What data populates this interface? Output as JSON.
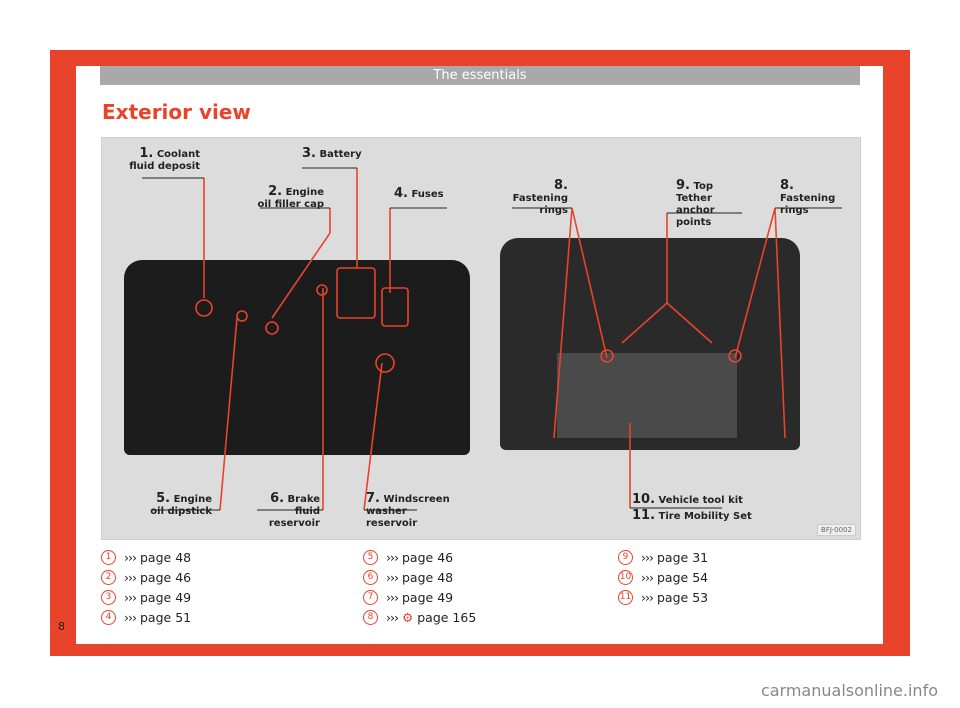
{
  "header": "The essentials",
  "title": "Exterior view",
  "figure_code": "BFJ-0002",
  "labels": {
    "l1": {
      "num": "1.",
      "text": "Coolant fluid deposit"
    },
    "l2": {
      "num": "2.",
      "text": "Engine oil filler cap"
    },
    "l3": {
      "num": "3.",
      "text": "Battery"
    },
    "l4": {
      "num": "4.",
      "text": "Fuses"
    },
    "l5": {
      "num": "5.",
      "text": "Engine oil dipstick"
    },
    "l6": {
      "num": "6.",
      "text": "Brake fluid reservoir"
    },
    "l7": {
      "num": "7.",
      "text": "Windscreen washer reservoir"
    },
    "l8a": {
      "num": "8.",
      "text": "Fastening rings"
    },
    "l9": {
      "num": "9.",
      "text": "Top Tether anchor points"
    },
    "l8b": {
      "num": "8.",
      "text": "Fastening rings"
    },
    "l10": {
      "num": "10.",
      "text": "Vehicle tool kit"
    },
    "l11": {
      "num": "11.",
      "text": "Tire Mobility Set"
    }
  },
  "refs": [
    {
      "n": "1",
      "text": "page 48"
    },
    {
      "n": "2",
      "text": "page 46"
    },
    {
      "n": "3",
      "text": "page 49"
    },
    {
      "n": "4",
      "text": "page 51"
    },
    {
      "n": "5",
      "text": "page 46"
    },
    {
      "n": "6",
      "text": "page 48"
    },
    {
      "n": "7",
      "text": "page 49"
    },
    {
      "n": "8",
      "text": "page 165"
    },
    {
      "n": "9",
      "text": "page 31"
    },
    {
      "n": "10",
      "text": "page 54"
    },
    {
      "n": "11",
      "text": "page 53"
    }
  ],
  "arrow": "›››",
  "page_number": "8",
  "watermark": "carmanualsonline.info",
  "colors": {
    "accent": "#e8432b",
    "header_bar": "#a9a9a9"
  }
}
